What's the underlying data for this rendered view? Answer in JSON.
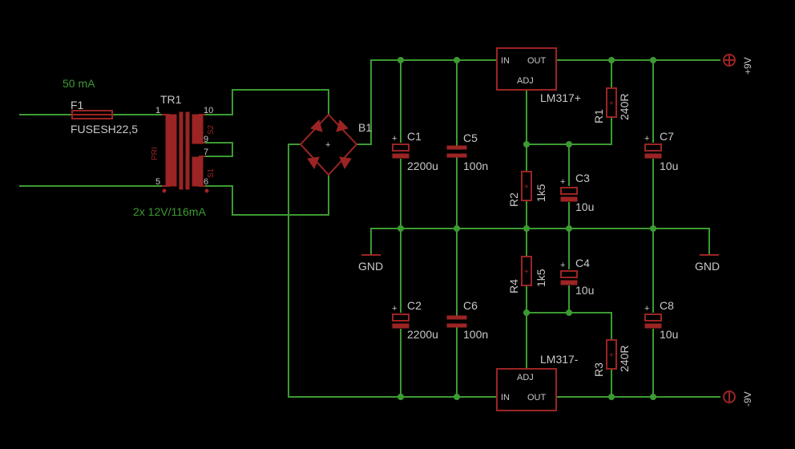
{
  "notes": {
    "fuse_current": "50 mA",
    "transformer_rating": "2x 12V/116mA"
  },
  "fuse": {
    "name": "F1",
    "value": "FUSESH22,5"
  },
  "transformer": {
    "name": "TR1",
    "pri_label": "PRI",
    "s1_label": "S1",
    "s2_label": "S2",
    "pins": {
      "p1": "1",
      "p5": "5",
      "p10": "10",
      "p9": "9",
      "p7": "7",
      "p6": "6"
    }
  },
  "bridge": {
    "name": "B1",
    "plus": "+"
  },
  "capacitors": {
    "c1": {
      "name": "C1",
      "value": "2200u"
    },
    "c2": {
      "name": "C2",
      "value": "2200u"
    },
    "c3": {
      "name": "C3",
      "value": "10u"
    },
    "c4": {
      "name": "C4",
      "value": "10u"
    },
    "c5": {
      "name": "C5",
      "value": "100n"
    },
    "c6": {
      "name": "C6",
      "value": "100n"
    },
    "c7": {
      "name": "C7",
      "value": "10u"
    },
    "c8": {
      "name": "C8",
      "value": "10u"
    }
  },
  "resistors": {
    "r1": {
      "name": "R1",
      "value": "240R"
    },
    "r2": {
      "name": "R2",
      "value": "1k5"
    },
    "r3": {
      "name": "R3",
      "value": "240R"
    },
    "r4": {
      "name": "R4",
      "value": "1k5"
    }
  },
  "regulators": {
    "pos": {
      "name": "LM317+",
      "in": "IN",
      "out": "OUT",
      "adj": "ADJ"
    },
    "neg": {
      "name": "LM317-",
      "in": "IN",
      "out": "OUT",
      "adj": "ADJ"
    }
  },
  "grounds": {
    "left": "GND",
    "right": "GND"
  },
  "rails": {
    "pos": "+9V",
    "neg": "-9V"
  },
  "plus_sign": "+",
  "colors": {
    "wire": "#3c9a32",
    "part": "#9c2424",
    "text": "#c8c8c8",
    "background": "#000000"
  }
}
